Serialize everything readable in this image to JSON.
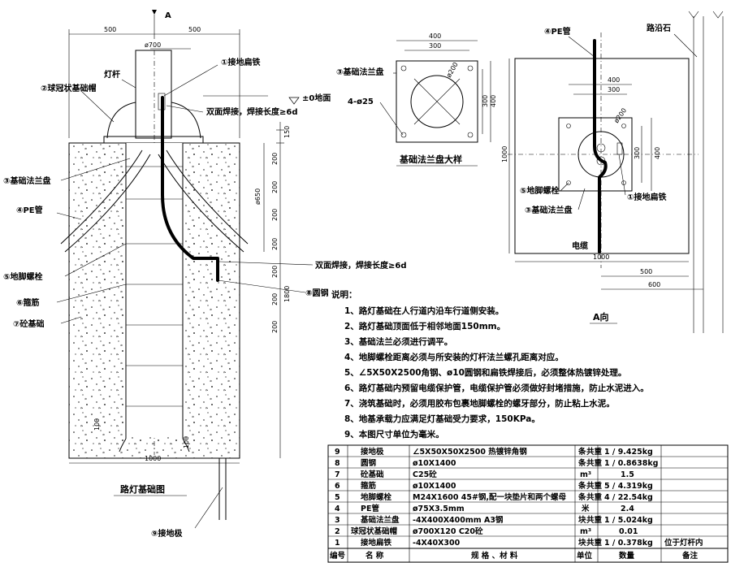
{
  "elevation_view": {
    "section_mark": "A",
    "dim_left_500": "500",
    "dim_right_500": "500",
    "dim_pole_dia": "ø700",
    "lamp_pole": "灯杆",
    "ground_level": "±0地面",
    "weld_note_1": "双面焊接，焊接长度≥6d",
    "weld_note_2": "双面焊接，焊接长度≥6d",
    "dim_150": "150",
    "dim_200_a": "200",
    "dim_200_b": "200",
    "dim_200_c": "200",
    "dim_200_d": "200",
    "dim_200_e": "200",
    "dim_200_f": "200",
    "dim_200_g": "200",
    "dim_650": "ø650",
    "dim_1800": "1800",
    "dim_100_a": "100",
    "dim_100_b": "100",
    "dim_1000": "1000",
    "title": "路灯基础图"
  },
  "callouts": {
    "c1": "①接地扁铁",
    "c2": "②球冠状基础帽",
    "c3": "③基础法兰盘",
    "c4": "④PE管",
    "c5": "⑤地脚螺栓",
    "c6": "⑥箍筋",
    "c7": "⑦砼基础",
    "c8": "⑧圆钢",
    "c9": "⑨接地极"
  },
  "flange_detail": {
    "dim_400": "400",
    "dim_300": "300",
    "dim_300_side": "300",
    "dim_400_side": "400",
    "dia_200": "ø200",
    "label_flange": "③基础法兰盘",
    "label_holes": "4-ø25",
    "title": "基础法兰盘大样"
  },
  "plan_view": {
    "pe_pipe": "④PE管",
    "curb": "路沿石",
    "dim_400_a": "400",
    "dim_300_a": "300",
    "dim_300_b": "300",
    "dim_400_b": "400",
    "dim_1000_side": "1000",
    "dia_200": "ø200",
    "anchor_bolt": "⑤地脚螺栓",
    "ground_flat": "①接地扁铁",
    "flange": "③基础法兰盘",
    "cable": "电缆",
    "dim_1000_bottom": "1000",
    "dim_500": "500",
    "dim_600": "600",
    "view_title": "A向"
  },
  "notes": {
    "heading": "说明：",
    "items": [
      "1、路灯基础在人行道内沿车行道侧安装。",
      "2、路灯基础顶面低于相邻地面150mm。",
      "3、基础法兰必须进行调平。",
      "4、地脚螺栓距离必须与所安装的灯杆法兰螺孔距离对应。",
      "5、∠5X50X2500角钢、ø10圆钢和扁铁焊接后，必须整体热镀锌处理。",
      "6、路灯基础内预留电缆保护管，电缆保护管必须做好封堵措施，防止水泥进入。",
      "7、浇筑基础时，必须用胶布包裹地脚螺栓的螺牙部分，防止粘上水泥。",
      "8、地基承载力应满足灯基础受力要求，150KPa。",
      "9、本图尺寸单位为毫米。"
    ]
  },
  "table": {
    "headers": [
      "编号",
      "名 称",
      "规 格 、材 料",
      "单位",
      "数量",
      "备注"
    ],
    "rows": [
      [
        "9",
        "接地极",
        "∠5X50X50X2500 热镀锌角钢",
        "条",
        "共重",
        "1 / 9.425kg",
        ""
      ],
      [
        "8",
        "圆钢",
        "ø10X1400",
        "条",
        "共重",
        "1 / 0.8638kg",
        ""
      ],
      [
        "7",
        "砼基础",
        "C25砼",
        "m³",
        "",
        "1.5",
        ""
      ],
      [
        "6",
        "箍筋",
        "ø10X1400",
        "条",
        "共重",
        "5 / 4.319kg",
        ""
      ],
      [
        "5",
        "地脚螺栓",
        "M24X1600 45#钢,配一块垫片和两个螺母",
        "条",
        "共重",
        "4 / 22.54kg",
        ""
      ],
      [
        "4",
        "PE管",
        "ø75X3.5mm",
        "米",
        "",
        "2.4",
        ""
      ],
      [
        "3",
        "基础法兰盘",
        "-4X400X400mm A3钢",
        "块",
        "共重",
        "1 / 5.024kg",
        ""
      ],
      [
        "2",
        "球冠状基础帽",
        "ø700X120 C20砼",
        "m³",
        "",
        "0.01",
        ""
      ],
      [
        "1",
        "接地扁铁",
        "-4X40X300",
        "块",
        "共重",
        "1 / 0.378kg",
        "位于灯杆内"
      ]
    ]
  }
}
